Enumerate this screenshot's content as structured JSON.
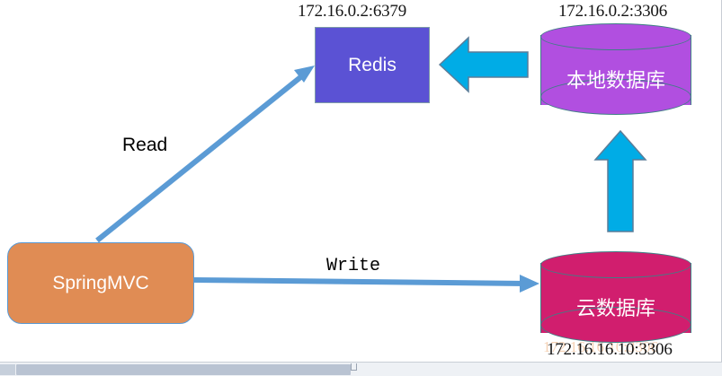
{
  "diagram": {
    "nodes": {
      "redis": {
        "label": "Redis",
        "ip_label": "172.16.0.2:6379",
        "fill": "#5b52d4",
        "shape": "rectangle"
      },
      "springmvc": {
        "label": "SpringMVC",
        "fill": "#e08c54",
        "shape": "rounded-rectangle"
      },
      "local_db": {
        "label": "本地数据库",
        "ip_label": "172.16.0.2:3306",
        "fill": "#b14fe0",
        "shape": "cylinder"
      },
      "cloud_db": {
        "label": "云数据库",
        "ip_label": "172.16.16.10:3306",
        "fill": "#d11e6e",
        "shape": "cylinder"
      }
    },
    "edges": {
      "read": {
        "label": "Read",
        "from": "springmvc",
        "to": "redis",
        "color": "#5b9bd5",
        "style": "thin-arrow"
      },
      "write": {
        "label": "Write",
        "from": "springmvc",
        "to": "cloud_db",
        "color": "#5b9bd5",
        "style": "thin-arrow"
      },
      "sync_to_redis": {
        "label": "",
        "from": "local_db",
        "to": "redis",
        "color": "#00ace6",
        "style": "block-arrow-left"
      },
      "sync_to_local": {
        "label": "",
        "from": "cloud_db",
        "to": "local_db",
        "color": "#00ace6",
        "style": "block-arrow-up"
      }
    },
    "watermark": "172.16.16.10:3306"
  },
  "scrollbar": {
    "orientation": "horizontal"
  }
}
